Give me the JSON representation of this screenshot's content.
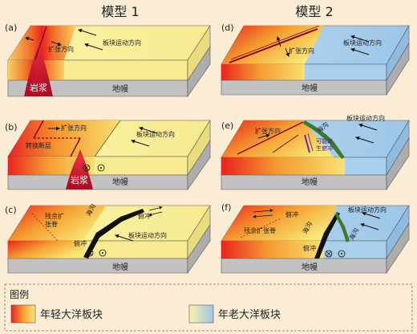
{
  "titles": {
    "model1": "模型 1",
    "model2": "模型 2"
  },
  "panels": {
    "a": {
      "letter": "(a)",
      "spread_dir": "扩张方向",
      "plate_dir": "板块运动方向",
      "magma": "岩浆",
      "mantle": "地幔"
    },
    "b": {
      "letter": "(b)",
      "spread_dir": "扩张方向",
      "transform": "转换断层",
      "plate_dir": "板块运动方向",
      "magma": "岩浆",
      "mantle": "地幔"
    },
    "c": {
      "letter": "(c)",
      "residual": "残余扩张脊",
      "trench": "海沟",
      "subduction": "俯冲",
      "plate_dir": "板块运动方向",
      "mantle": "地幔"
    },
    "d": {
      "letter": "(d)",
      "spread_dir": "扩张方向",
      "plate_dir": "板块运动方向",
      "mantle": "地幔"
    },
    "e": {
      "letter": "(e)",
      "spread_dir": "扩张方向",
      "trench": "海沟",
      "possible": "可能发生俯冲",
      "plate_dir": "板块运动方向",
      "mantle": "地幔"
    },
    "f": {
      "letter": "(f)",
      "residual": "残余扩张脊",
      "subduction": "俯冲",
      "trench_top": "海沟",
      "trench_right": "海沟",
      "plate_dir": "板块运动方向",
      "mantle": "地幔"
    }
  },
  "legend": {
    "title": "图例",
    "young": "年轻大洋板块",
    "old": "年老大洋板块"
  },
  "colors": {
    "young_red": "#e8231e",
    "young_orange": "#f4a030",
    "young_yellow": "#f8e878",
    "old_yellow": "#fbf3a6",
    "old_blue": "#a9d0ec",
    "mantle": "#c2c2c2",
    "magma": "#c8102e"
  }
}
